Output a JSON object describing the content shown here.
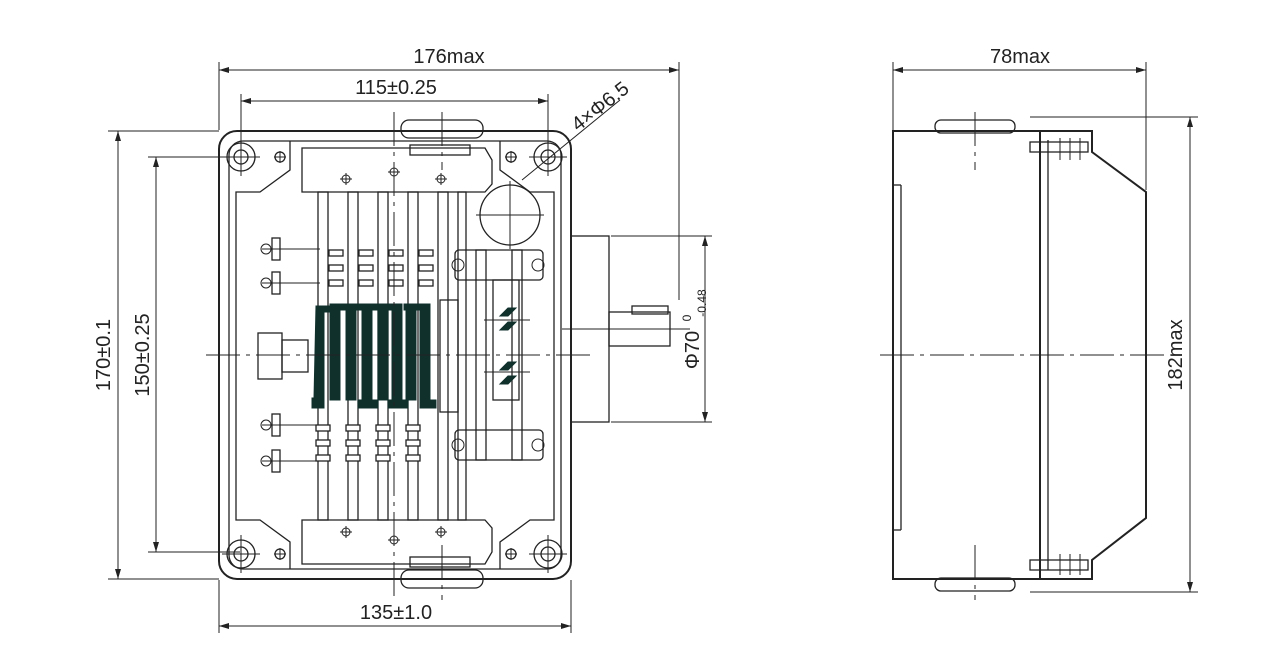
{
  "front_view": {
    "overall_width": "176max",
    "mount_spacing_w": "115±0.25",
    "hole_callout": "4×Φ6.5",
    "base_width": "135±1.0",
    "overall_height": "170±0.1",
    "mount_spacing_h": "150±0.25",
    "flange_dia": "Φ70",
    "flange_tol_upper": "0",
    "flange_tol_lower": "-0.48"
  },
  "side_view": {
    "depth": "78max",
    "height": "182max"
  }
}
